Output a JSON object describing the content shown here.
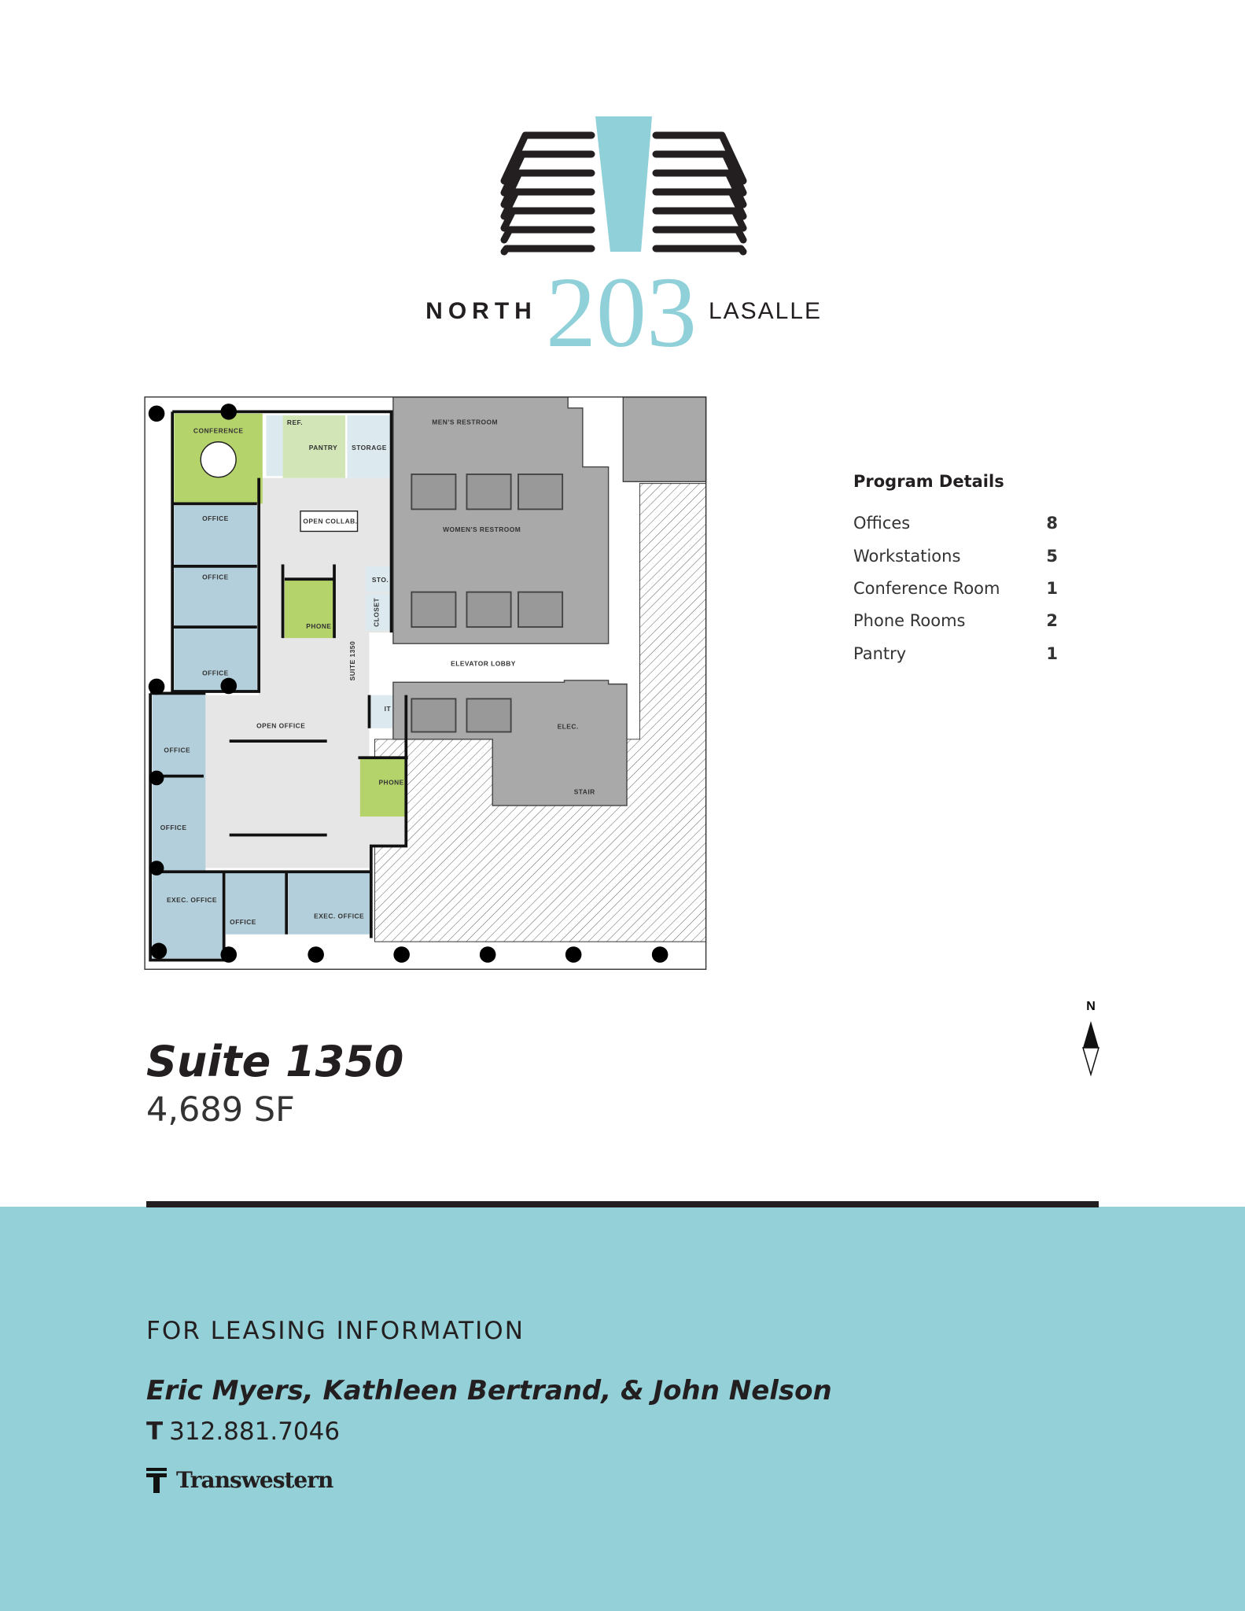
{
  "logo": {
    "left_word": "NORTH",
    "number": "203",
    "right_word": "LASALLE",
    "teal": "#8fd0d9",
    "dark": "#231f20"
  },
  "floor_plan": {
    "labels": [
      "CONFERENCE",
      "REF.",
      "PANTRY",
      "STORAGE",
      "MEN'S RESTROOM",
      "OPEN COLLAB.",
      "OFFICE",
      "OFFICE",
      "WOMEN'S RESTROOM",
      "STO.",
      "CLOSET",
      "PHONE",
      "OFFICE",
      "SUITE 1350",
      "ELEVATOR LOBBY",
      "IT",
      "ELEC.",
      "OPEN OFFICE",
      "OFFICE",
      "PHONE",
      "STAIR",
      "OFFICE",
      "EXEC. OFFICE",
      "OFFICE",
      "EXEC. OFFICE"
    ],
    "colors": {
      "office": "#b3cfdb",
      "conference": "#b5d36b",
      "pantry": "#d2e5b6",
      "open": "#e6e6e6",
      "core": "#a9a9a9",
      "storage": "#dce9ef"
    }
  },
  "program": {
    "title": "Program Details",
    "items": [
      {
        "label": "Offices",
        "value": "8"
      },
      {
        "label": "Workstations",
        "value": "5"
      },
      {
        "label": "Conference Room",
        "value": "1"
      },
      {
        "label": "Phone Rooms",
        "value": "2"
      },
      {
        "label": "Pantry",
        "value": "1"
      }
    ]
  },
  "north_label": "N",
  "suite": {
    "name": "Suite 1350",
    "area": "4,689 SF"
  },
  "footer": {
    "heading": "FOR LEASING INFORMATION",
    "contacts": "Eric Myers, Kathleen Bertrand, & John Nelson",
    "phone_prefix": "T",
    "phone": "312.881.7046",
    "company": "Transwestern",
    "background": "#94d0d8"
  }
}
